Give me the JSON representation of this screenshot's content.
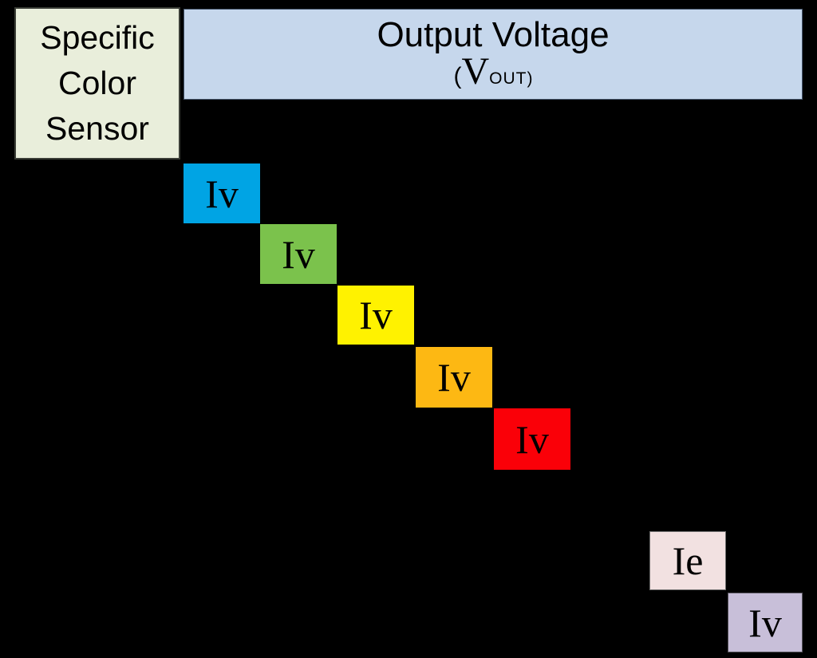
{
  "canvas": {
    "background": "#000000"
  },
  "row_header": {
    "lines": [
      "Specific",
      "Color",
      "Sensor"
    ],
    "bg": "#E9EEDB"
  },
  "col_header": {
    "title": "Output Voltage",
    "paren_open": "(",
    "symbol": "V",
    "subscript": "OUT",
    "paren_close": ")",
    "bg": "#C6D7EC"
  },
  "cells": [
    {
      "symbol": "I",
      "subscript": "v",
      "color_name": "blue",
      "bg": "#00A4E4"
    },
    {
      "symbol": "I",
      "subscript": "v",
      "color_name": "green",
      "bg": "#7BC24C"
    },
    {
      "symbol": "I",
      "subscript": "v",
      "color_name": "yellow",
      "bg": "#FFF200"
    },
    {
      "symbol": "I",
      "subscript": "v",
      "color_name": "orange",
      "bg": "#FDB813"
    },
    {
      "symbol": "I",
      "subscript": "v",
      "color_name": "red",
      "bg": "#FA0008"
    },
    {
      "symbol": "I",
      "subscript": "e",
      "color_name": "pale-pink",
      "bg": "#F2E1E1"
    },
    {
      "symbol": "I",
      "subscript": "v",
      "color_name": "lavender",
      "bg": "#C8BFD9"
    }
  ]
}
